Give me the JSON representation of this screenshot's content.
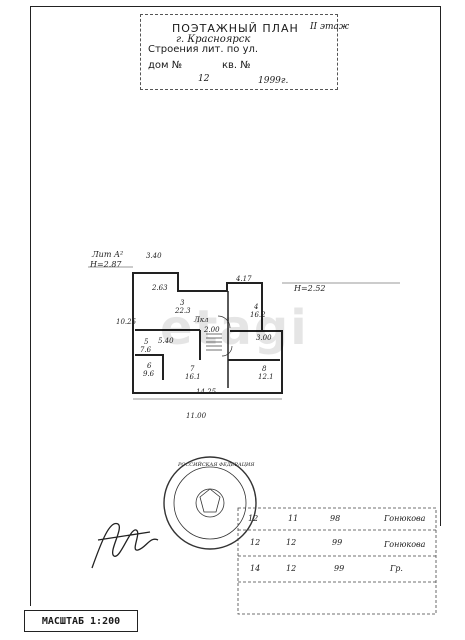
{
  "header": {
    "title": "ПОЭТАЖНЫЙ ПЛАН",
    "floor_note": "II этаж",
    "city": "г. Красноярск",
    "building_line": "Строения лит. по ул.",
    "house_label": "дом №",
    "apt_label": "кв. №",
    "date_day": "12",
    "date_year": "1999г."
  },
  "plan": {
    "lit_label": "Лит А²",
    "height_left": "Н=2.87",
    "height_right": "Н=2.52",
    "area_total": "14.25",
    "stair_note": "Лкл",
    "rooms": [
      {
        "num": "3",
        "area": "22.3"
      },
      {
        "num": "4",
        "area": "16.2"
      },
      {
        "num": "5",
        "area": "7.6"
      },
      {
        "num": "6",
        "area": "9.6"
      },
      {
        "num": "7",
        "area": "16.1"
      },
      {
        "num": "8",
        "area": "12.1"
      }
    ],
    "dims": [
      "3.40",
      "4.17",
      "10.25",
      "5.40",
      "2.00",
      "3.00",
      "2.63"
    ],
    "bottom_label": "11.00"
  },
  "scale": {
    "label": "МАСШТАБ 1:200"
  },
  "watermark": {
    "text": "etagi"
  },
  "seal": {
    "label": "РОССИЙСКАЯ ФЕДЕРАЦИЯ"
  },
  "registration": {
    "rows": [
      {
        "day": "12",
        "month": "11",
        "year": "98",
        "sign": "Гонюкова"
      },
      {
        "day": "12",
        "month": "12",
        "year": "99",
        "sign": "Гонюкова"
      },
      {
        "day": "14",
        "month": "12",
        "year": "99",
        "sign": "Гр."
      }
    ]
  }
}
